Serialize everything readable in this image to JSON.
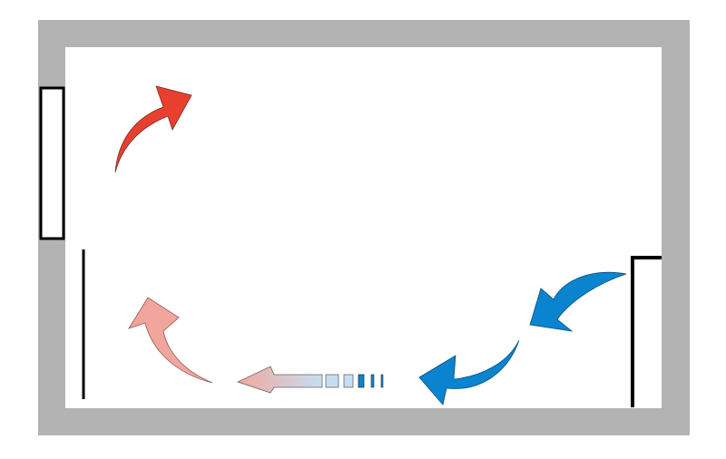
{
  "colors": {
    "wall": "#b3b3b3",
    "warm_air": "#e8402f",
    "cooling_air": "#f2a59c",
    "cold_air": "#0a84cf",
    "mixed_start": "#c5def2",
    "outline": "#000000"
  },
  "elements": [
    "room-walls",
    "window",
    "radiator",
    "door",
    "warm-air-arrow",
    "cooling-air-arrow",
    "cold-air-arrows",
    "floor-draft-arrow"
  ]
}
